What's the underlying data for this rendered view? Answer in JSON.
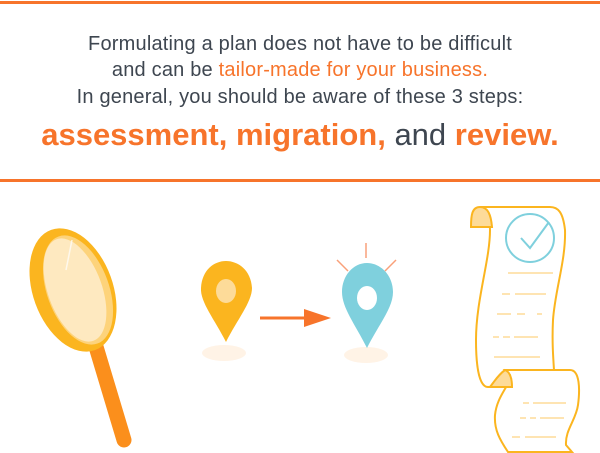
{
  "intro": {
    "line1": "Formulating a plan does not have to be difficult",
    "line2_prefix": "and can be ",
    "line2_highlight": "tailor-made for your business.",
    "line3": "In general, you should be aware of these 3 steps:"
  },
  "steps": {
    "step1": "assessment,",
    "step2": "migration,",
    "conjunction": "and",
    "step3": "review."
  },
  "illustrations": [
    "magnifying-glass-icon",
    "location-pin-icon",
    "arrow-right-icon",
    "location-pin-icon",
    "checklist-scroll-icon"
  ],
  "colors": {
    "accent": "#f7742b",
    "yellow": "#fbb51f",
    "blue": "#7fd0dd",
    "text": "#3e4650"
  }
}
